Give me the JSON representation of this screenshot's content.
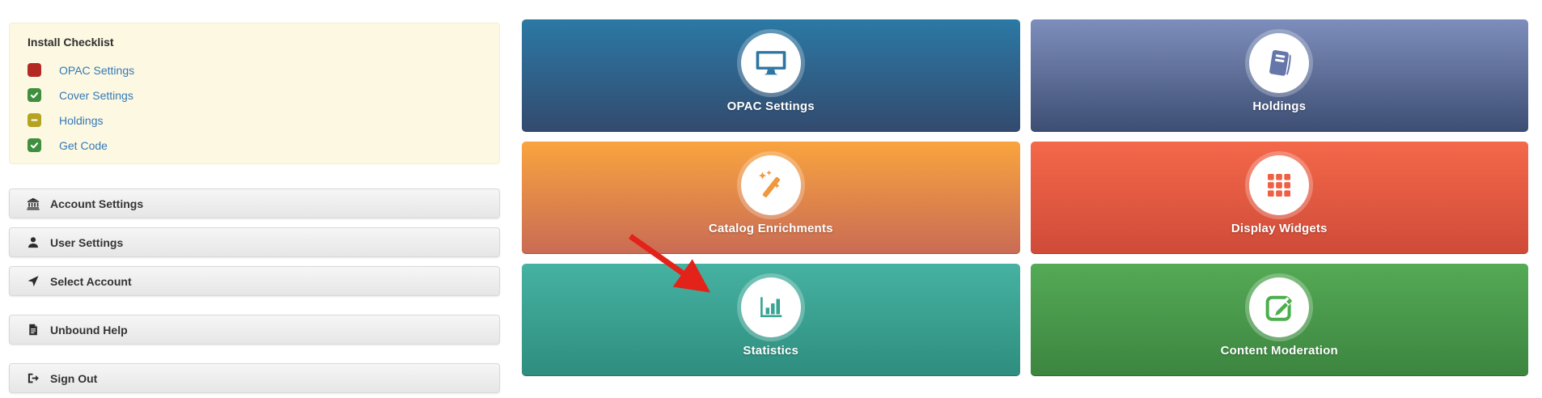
{
  "sidebar": {
    "install_checklist": {
      "title": "Install Checklist",
      "panel_bg": "#fdf8e2",
      "link_color": "#337ab7",
      "items": [
        {
          "label": "OPAC Settings",
          "status": "not-started",
          "status_icon": "red-square-icon",
          "status_color": "#b32a23"
        },
        {
          "label": "Cover Settings",
          "status": "complete",
          "status_icon": "green-check-icon",
          "status_color": "#3f8f3f"
        },
        {
          "label": "Holdings",
          "status": "in-progress",
          "status_icon": "yellow-minus-icon",
          "status_color": "#b4a421"
        },
        {
          "label": "Get Code",
          "status": "complete",
          "status_icon": "green-check-icon",
          "status_color": "#3f8f3f"
        }
      ]
    },
    "menu": [
      {
        "label": "Account Settings",
        "icon": "bank-icon"
      },
      {
        "label": "User Settings",
        "icon": "user-icon"
      },
      {
        "label": "Select Account",
        "icon": "location-arrow-icon"
      },
      {
        "label": "Unbound Help",
        "icon": "file-text-icon"
      },
      {
        "label": "Sign Out",
        "icon": "sign-out-icon"
      }
    ]
  },
  "tiles": [
    {
      "label": "OPAC Settings",
      "icon": "monitor-icon",
      "gradient_top": "#2b79a5",
      "gradient_bottom": "#334a6e"
    },
    {
      "label": "Holdings",
      "icon": "book-icon",
      "gradient_top": "#7e8ebc",
      "gradient_bottom": "#3d4e73"
    },
    {
      "label": "Catalog Enrichments",
      "icon": "magic-wand-icon",
      "gradient_top": "#f9a43f",
      "gradient_bottom": "#c96b55"
    },
    {
      "label": "Display Widgets",
      "icon": "grid-icon",
      "gradient_top": "#f4684a",
      "gradient_bottom": "#cf4b38"
    },
    {
      "label": "Statistics",
      "icon": "bar-chart-icon",
      "gradient_top": "#46b2a2",
      "gradient_bottom": "#2e8d7e"
    },
    {
      "label": "Content Moderation",
      "icon": "edit-icon",
      "gradient_top": "#54aa55",
      "gradient_bottom": "#3c8540"
    }
  ],
  "annotation_arrow": {
    "color": "#e32219"
  }
}
